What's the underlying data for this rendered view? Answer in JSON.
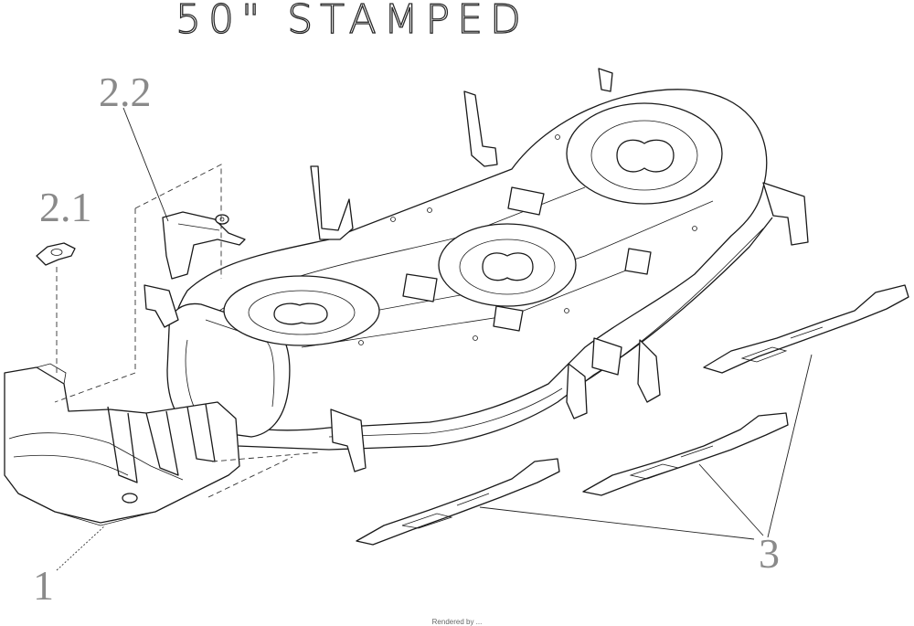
{
  "title": "50\" STAMPED",
  "callouts": {
    "part_1": "1",
    "part_2_1": "2.1",
    "part_2_2": "2.2",
    "part_3": "3"
  },
  "credit": "Rendered by ..."
}
